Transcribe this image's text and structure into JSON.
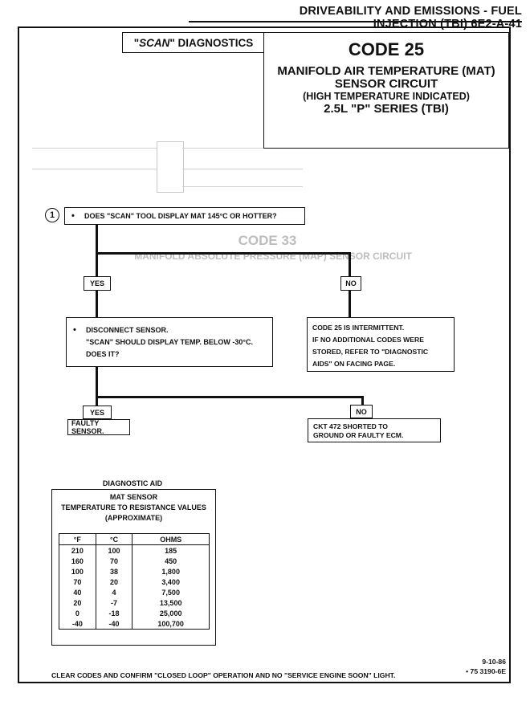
{
  "header": "DRIVEABILITY AND EMISSIONS - FUEL INJECTION (TBI)  6E2-A-41",
  "scan_title_prefix": "\"",
  "scan_title_word": "SCAN",
  "scan_title_rest": "\"  DIAGNOSTICS",
  "code": {
    "title": "CODE 25",
    "line1": "MANIFOLD AIR TEMPERATURE (MAT)",
    "line2": "SENSOR CIRCUIT",
    "line3": "(HIGH TEMPERATURE INDICATED)",
    "line4": "2.5L  \"P\"  SERIES  (TBI)"
  },
  "ghost": {
    "heading": "CODE 33",
    "subheading": "MANIFOLD ABSOLUTE PRESSURE (MAP) SENSOR CIRCUIT"
  },
  "flow": {
    "step_number": "1",
    "bullet": "•",
    "question1": "DOES \"SCAN\" TOOL DISPLAY MAT 145°C OR HOTTER?",
    "yes_label": "YES",
    "no_label": "NO",
    "q2_line1": "DISCONNECT SENSOR.",
    "q2_line2": "\"SCAN\" SHOULD DISPLAY TEMP. BELOW -30°C.",
    "q2_line3": "DOES IT?",
    "r1_line1": "CODE 25 IS INTERMITTENT.",
    "r1_line2": "IF NO ADDITIONAL CODES WERE",
    "r1_line3": "STORED, REFER TO \"DIAGNOSTIC",
    "r1_line4": "AIDS\" ON FACING PAGE.",
    "r2": "FAULTY SENSOR.",
    "r3_line1": "CKT 472  SHORTED TO",
    "r3_line2": "GROUND OR FAULTY ECM."
  },
  "diagnostic_aid": {
    "heading": "DIAGNOSTIC AID",
    "title": "MAT SENSOR",
    "subtitle1": "TEMPERATURE TO RESISTANCE VALUES",
    "subtitle2": "(APPROXIMATE)",
    "columns": [
      "°F",
      "°C",
      "OHMS"
    ],
    "rows": [
      [
        "210",
        "100",
        "185"
      ],
      [
        "160",
        "70",
        "450"
      ],
      [
        "100",
        "38",
        "1,800"
      ],
      [
        "70",
        "20",
        "3,400"
      ],
      [
        "40",
        "4",
        "7,500"
      ],
      [
        "20",
        "-7",
        "13,500"
      ],
      [
        "0",
        "-18",
        "25,000"
      ],
      [
        "-40",
        "-40",
        "100,700"
      ]
    ]
  },
  "footer": "CLEAR CODES AND CONFIRM \"CLOSED LOOP\" OPERATION AND NO \"SERVICE ENGINE SOON\" LIGHT.",
  "date": "9-10-86",
  "docnum": "• 75 3190-6E"
}
